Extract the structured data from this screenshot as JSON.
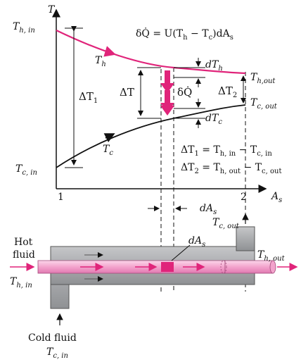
{
  "diagram": {
    "axis": {
      "y_label": "T",
      "x_label": "A",
      "x_label_sub": "s",
      "x_tick_1": "1",
      "x_tick_2": "2"
    },
    "heat_equation": "δQ̇ = U(T",
    "heat_equation_h": "h",
    "heat_equation_mid": " − T",
    "heat_equation_c": "c",
    "heat_equation_end": ")dA",
    "heat_equation_s": "s",
    "labels": {
      "Th_in": "T",
      "Th_in_sub": "h, in",
      "Tc_in": "T",
      "Tc_in_sub": "c, in",
      "Th": "T",
      "Th_sub": "h",
      "Tc": "T",
      "Tc_sub": "c",
      "Th_out": "T",
      "Th_out_sub": "h,out",
      "Tc_out": "T",
      "Tc_out_sub": "c, out",
      "dTh": "dT",
      "dTh_sub": "h",
      "dTc": "dT",
      "dTc_sub": "c",
      "dT1": "ΔT",
      "dT1_sub": "1",
      "dT2": "ΔT",
      "dT2_sub": "2",
      "dT": "ΔT",
      "dQ": "δQ̇",
      "dAs": "dA",
      "dAs_sub": "s"
    },
    "equations": {
      "eq1_lhs": "ΔT",
      "eq1_lhs_sub": "1",
      "eq1_rhs": " = T",
      "eq1_rhs_sub1": "h, in",
      "eq1_mid": " − T",
      "eq1_rhs_sub2": "c, in",
      "eq2_lhs": "ΔT",
      "eq2_lhs_sub": "2",
      "eq2_rhs": " = T",
      "eq2_rhs_sub1": "h, out",
      "eq2_mid": " − T",
      "eq2_rhs_sub2": "c, out"
    },
    "exchanger": {
      "hot_fluid_line1": "Hot",
      "hot_fluid_line2": "fluid",
      "cold_fluid": "Cold fluid",
      "Th_in": "T",
      "Th_in_sub": "h, in",
      "Tc_in": "T",
      "Tc_in_sub": "c, in",
      "Th_out": "T",
      "Th_out_sub": "h, out",
      "Tc_out": "T",
      "Tc_out_sub": "c, out",
      "dAs": "dA",
      "dAs_sub": "s"
    },
    "colors": {
      "hot_curve": "#e0247a",
      "cold_curve": "#111111",
      "arrow_magenta": "#e0247a",
      "tube_pink": "#f6b5d6",
      "shell_gray": "#a7a9ac"
    }
  }
}
